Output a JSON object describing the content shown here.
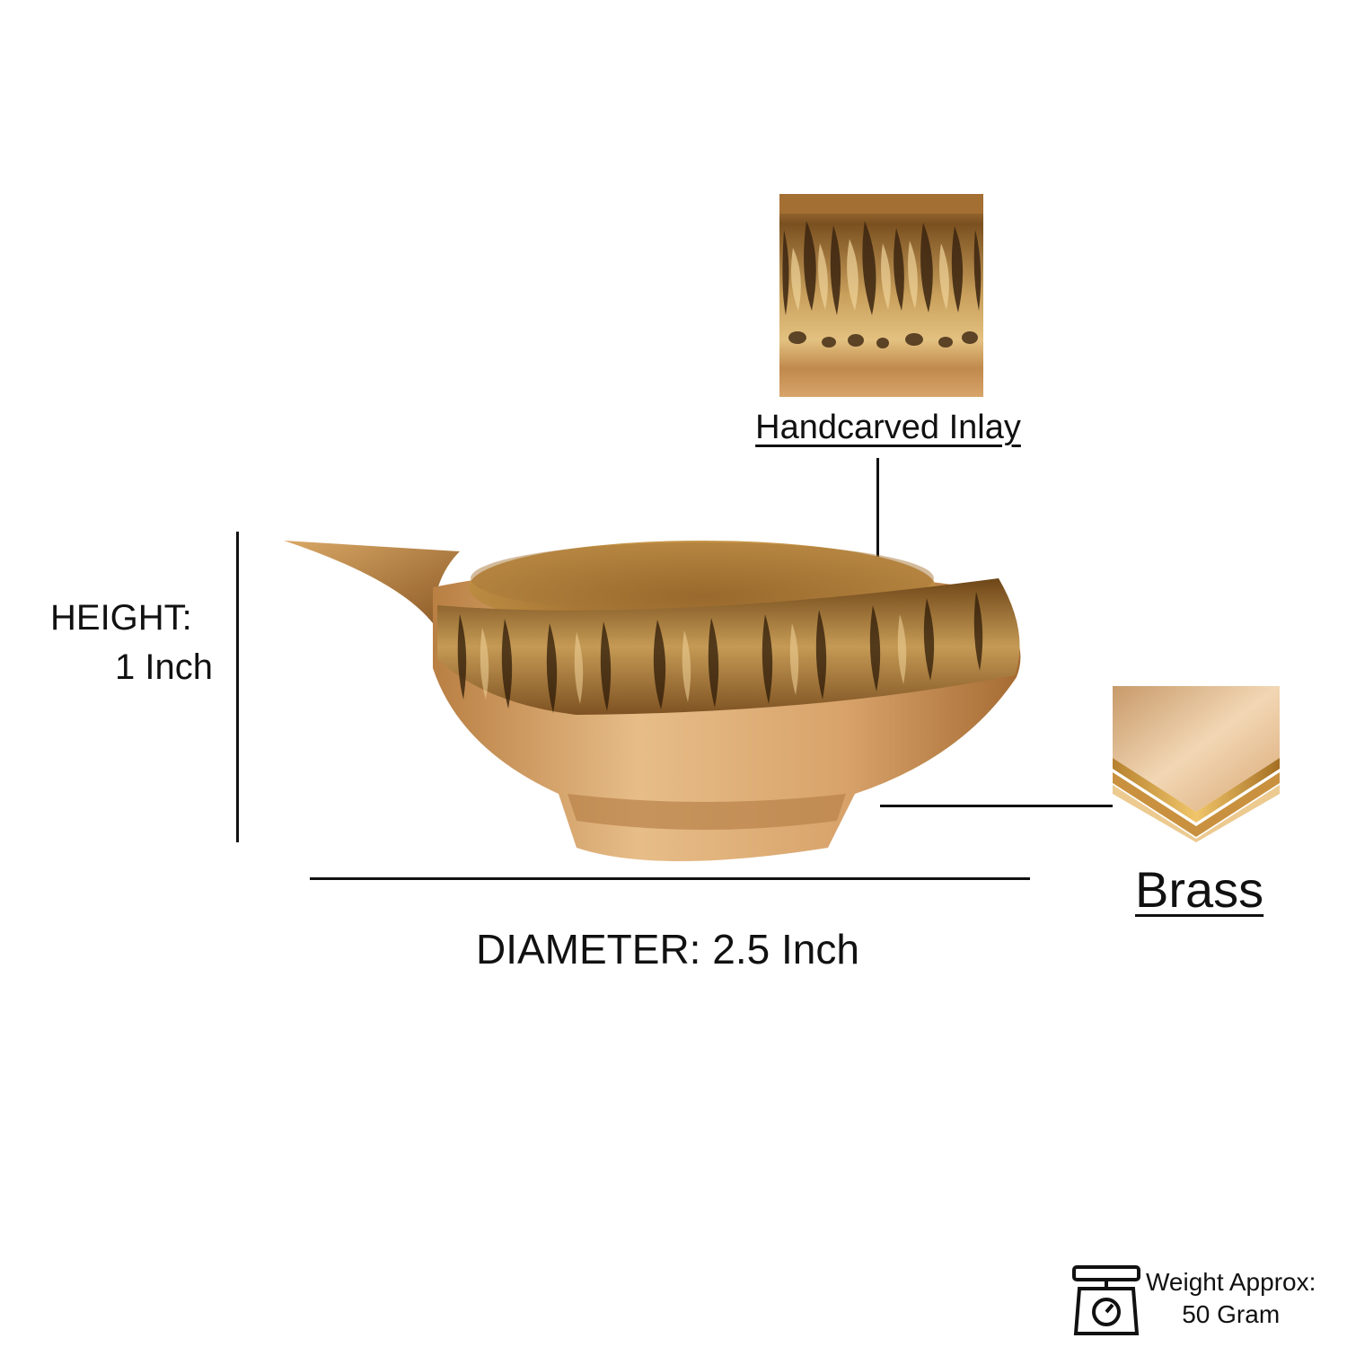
{
  "inlay": {
    "label": "Handcarved Inlay"
  },
  "dimensions": {
    "height_label": "HEIGHT:",
    "height_value": "1 Inch",
    "diameter_label": "DIAMETER: 2.5 Inch"
  },
  "material": {
    "label": "Brass"
  },
  "weight": {
    "line1": "Weight Approx:",
    "line2": "50 Gram",
    "icon": "weighing-scale-icon"
  },
  "colors": {
    "brass_light": "#e0b27a",
    "brass_mid": "#c48a4e",
    "brass_dark": "#6b4319",
    "text": "#111111"
  }
}
